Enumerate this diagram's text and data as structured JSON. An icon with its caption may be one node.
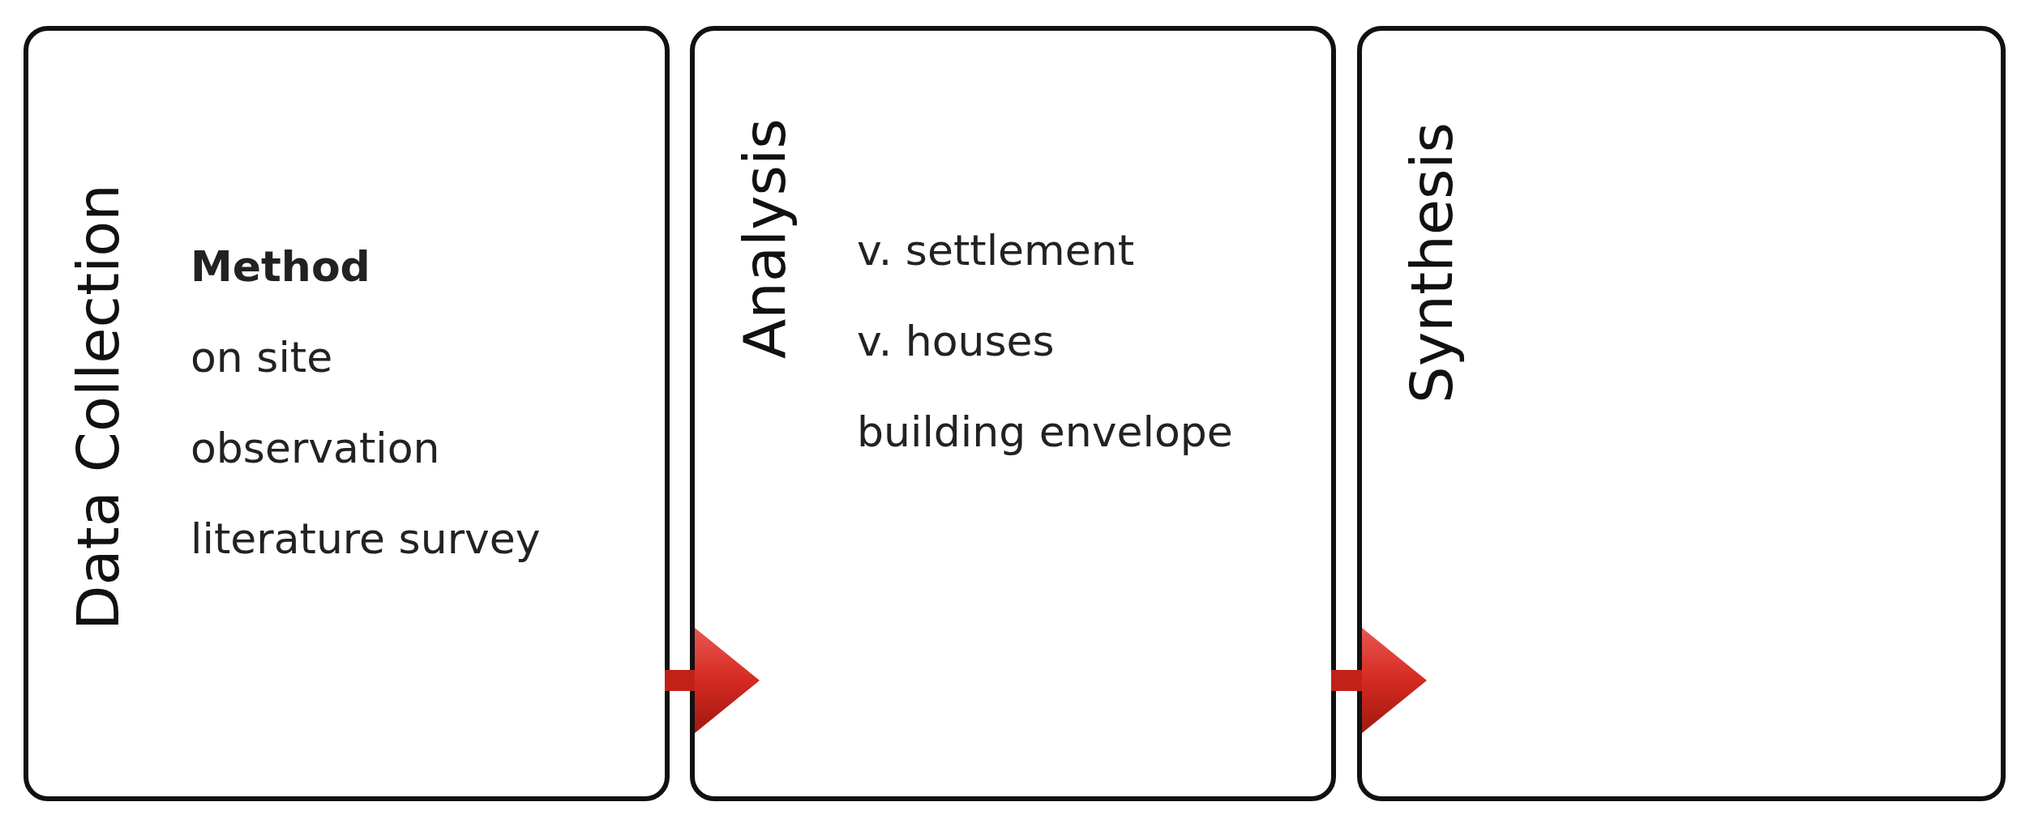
{
  "diagram": {
    "nodes": [
      {
        "text": [
          "Data Collection",
          "Method",
          "on site",
          "observation",
          "literature survey"
        ]
      },
      {
        "text": [
          "Analysis",
          "v. settlement",
          "v. houses",
          "building envelope"
        ]
      },
      {
        "text": [
          "Synthesis"
        ]
      }
    ],
    "edges": [
      {
        "from": 0,
        "to": 1,
        "arrow": "to"
      },
      {
        "from": 1,
        "to": 2,
        "arrow": "to"
      }
    ]
  }
}
